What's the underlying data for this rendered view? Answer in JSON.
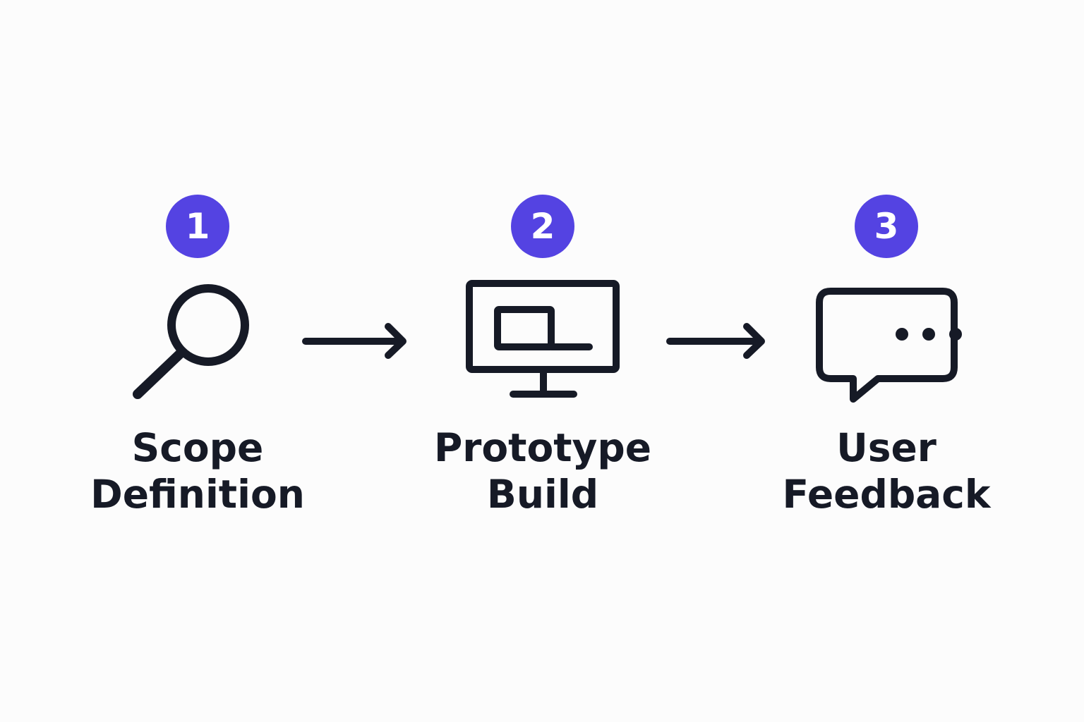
{
  "diagram": {
    "colors": {
      "badge": "#5443e2",
      "badge_text": "#ffffff",
      "ink": "#161a26",
      "background": "#fcfcfc"
    },
    "steps": [
      {
        "number": "1",
        "icon": "magnifier-icon",
        "label_line1": "Scope",
        "label_line2": "Definition"
      },
      {
        "number": "2",
        "icon": "monitor-icon",
        "label_line1": "Prototype",
        "label_line2": "Build"
      },
      {
        "number": "3",
        "icon": "chat-bubble-icon",
        "label_line1": "User",
        "label_line2": "Feedback"
      }
    ],
    "connectors": [
      {
        "from": "1",
        "to": "2",
        "icon": "arrow-right-icon"
      },
      {
        "from": "2",
        "to": "3",
        "icon": "arrow-right-icon"
      }
    ]
  }
}
